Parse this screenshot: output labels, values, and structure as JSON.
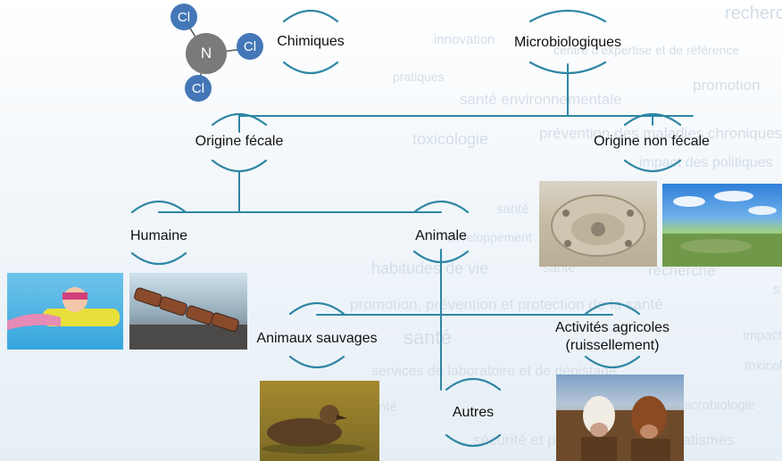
{
  "colors": {
    "line": "#2f86a4",
    "n_atom": "#7a7a7a",
    "cl_atom": "#4477b8"
  },
  "molecule": {
    "n": "N",
    "cl1": "Cl",
    "cl2": "Cl",
    "cl3": "Cl"
  },
  "nodes": {
    "chimiques": "Chimiques",
    "microbiologiques": "Microbiologiques",
    "origine_fecale": "Origine fécale",
    "origine_non_fecale": "Origine non fécale",
    "humaine": "Humaine",
    "animale": "Animale",
    "animaux_sauvages": "Animaux sauvages",
    "activites_agricoles_1": "Activités agricoles",
    "activites_agricoles_2": "(ruissellement)",
    "autres": "Autres"
  },
  "background_words": {
    "w1": "recherche",
    "w2": "innovation",
    "w3": "centre d'expertise et de référence",
    "w4": "promotion",
    "w5": "santé environnementale",
    "w6": "toxicologie",
    "w7": "prévention des maladies chroniques",
    "w8": "impact des politiques",
    "w9": "recherche",
    "w10": "habitudes de vie",
    "w11": "santé",
    "w12": "promotion, prévention et protection de la santé",
    "w13": "santé",
    "w14": "services de laboratoire et de dépistage",
    "w15": "microbiologie",
    "w16": "sécurité et prévention de traumatismes",
    "w17": "toxicologie",
    "w18": "impact",
    "w19": "santé",
    "w20": "développement",
    "w21": "pratiques",
    "w22": "s",
    "w23": "santé"
  }
}
